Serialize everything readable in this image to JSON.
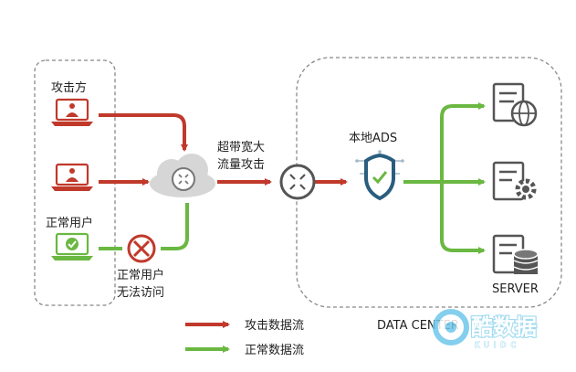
{
  "labels": {
    "attacker": "攻击方",
    "normal_user": "正常用户",
    "ddos_traffic_line1": "超带宽大",
    "ddos_traffic_line2": "流量攻击",
    "blocked_line1": "正常用户",
    "blocked_line2": "无法访问",
    "local_ads": "本地ADS",
    "server": "SERVER",
    "data_center": "DATA CENTER"
  },
  "legend": [
    {
      "label": "攻击数据流",
      "color": "#c0392b"
    },
    {
      "label": "正常数据流",
      "color": "#6ab841"
    }
  ],
  "watermark": {
    "main": "酷数据",
    "sub": "KUIDC"
  },
  "colors": {
    "attack": "#c0392b",
    "normal": "#6ab841",
    "shield": "#2a5d7e",
    "dashed": "#888888"
  },
  "icons": {
    "attacker_laptops": "laptop-person-icon",
    "user_laptop": "laptop-check-icon",
    "cloud": "cloud-router-icon",
    "router": "router-icon",
    "ads": "shield-icon",
    "servers": [
      "server-globe-icon",
      "server-gear-icon",
      "server-database-icon"
    ],
    "blocked": "blocked-x-icon"
  }
}
